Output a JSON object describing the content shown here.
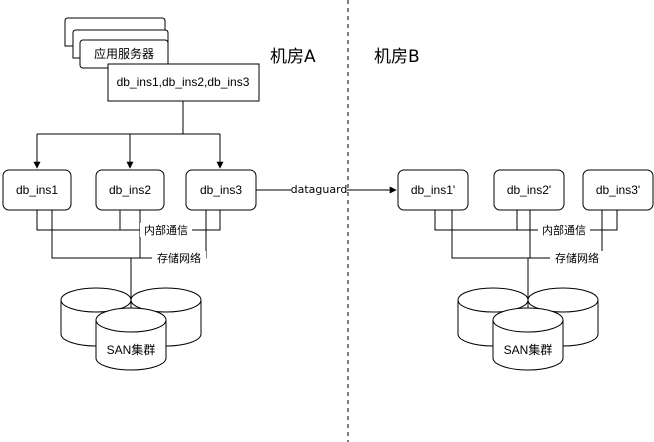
{
  "app_server_stack": {
    "label": "应用服务器",
    "instances_label": "db_ins1,db_ins2,db_ins3"
  },
  "room_a": {
    "title": "机房A",
    "nodes": [
      "db_ins1",
      "db_ins2",
      "db_ins3"
    ],
    "internal_comm_label": "内部通信",
    "storage_network_label": "存储网络",
    "san_label": "SAN集群"
  },
  "room_b": {
    "title": "机房B",
    "nodes": [
      "db_ins1'",
      "db_ins2'",
      "db_ins3'"
    ],
    "internal_comm_label": "内部通信",
    "storage_network_label": "存储网络",
    "san_label": "SAN集群"
  },
  "replication_label": "dataguard"
}
